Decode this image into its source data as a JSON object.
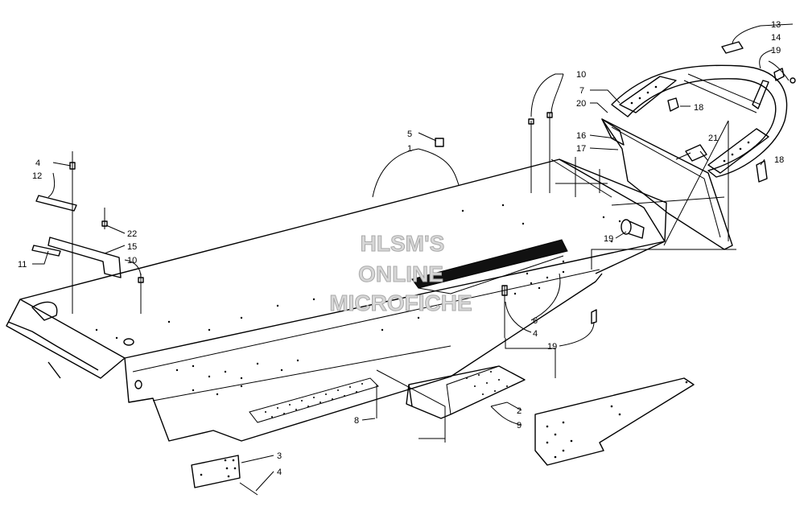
{
  "watermark": {
    "line1": "HLSM'S",
    "line2": "ONLINE",
    "line3": "MICROFICHE"
  },
  "callouts": {
    "c1": "1",
    "c2": "2",
    "c3": "3",
    "c4a": "4",
    "c4b": "4",
    "c4c": "4",
    "c5": "5",
    "c6": "6",
    "c7": "7",
    "c8": "8",
    "c9": "9",
    "c10a": "10",
    "c10b": "10",
    "c11": "11",
    "c12": "12",
    "c13": "13",
    "c14": "14",
    "c15": "15",
    "c16": "16",
    "c17": "17",
    "c18a": "18",
    "c18b": "18",
    "c19a": "19",
    "c19b": "19",
    "c19c": "19",
    "c20": "20",
    "c21": "21",
    "c22": "22"
  }
}
